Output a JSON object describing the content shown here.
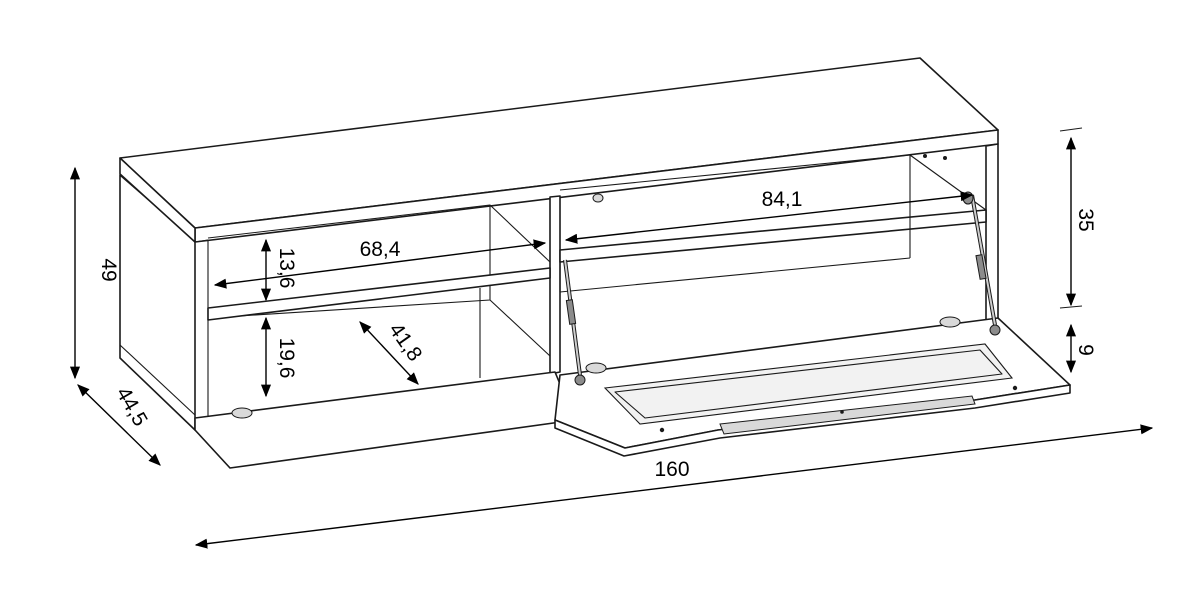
{
  "dimensions": {
    "width": "160",
    "height": "49",
    "depth": "44,5",
    "flap_height": "35",
    "flap_offset": "9",
    "compartment_left_width": "68,4",
    "compartment_right_width": "84,1",
    "upper_shelf_height": "13,6",
    "lower_shelf_height": "19,6",
    "inner_depth": "41,8"
  }
}
